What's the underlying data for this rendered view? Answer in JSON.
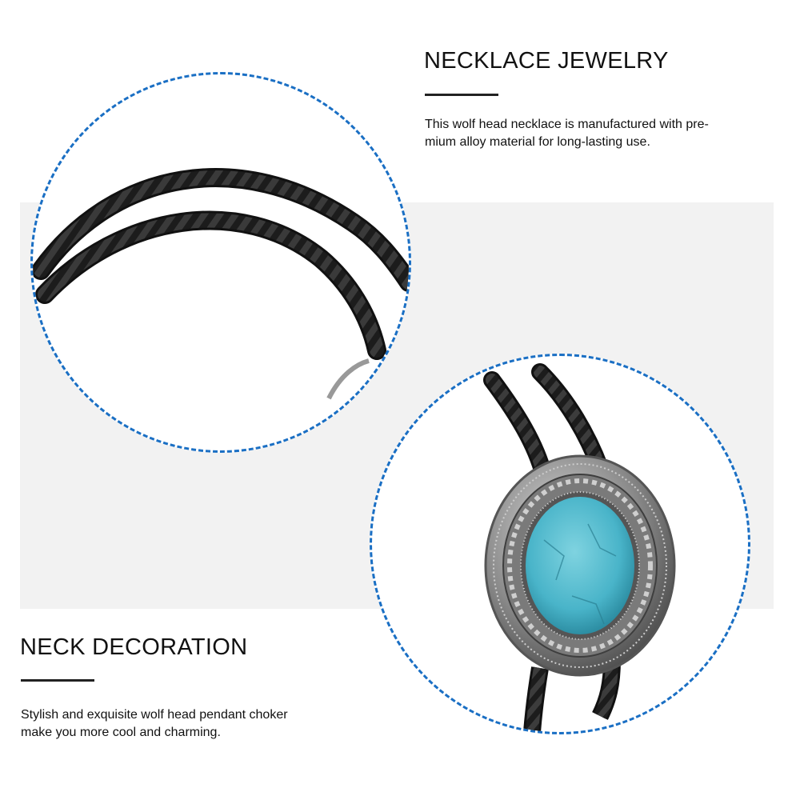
{
  "section_top": {
    "heading": "NECKLACE JEWELRY",
    "description_line1": "This wolf head necklace is manufactured with pre-",
    "description_line2": "mium alloy material for long-lasting use."
  },
  "section_bottom": {
    "heading": "NECK DECORATION",
    "description_line1": "Stylish and exquisite wolf head pendant choker",
    "description_line2": "make you more cool and charming."
  },
  "colors": {
    "accent_dash": "#1a6fc4",
    "stone": "#49b4c9",
    "band": "#f2f2f2"
  }
}
